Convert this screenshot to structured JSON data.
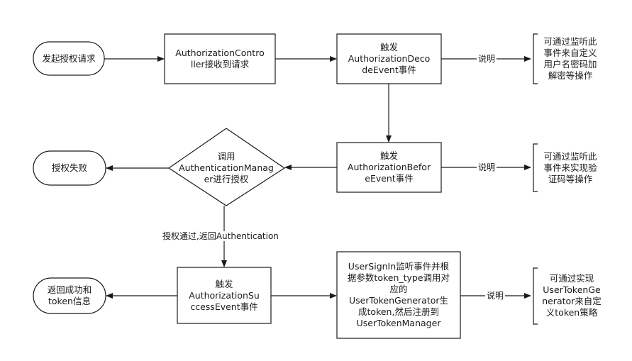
{
  "diagram": {
    "nodes": {
      "start": "发起授权请求",
      "controller": "AuthorizationContro\nller接收到请求",
      "decode_event": "触发\nAuthorizationDeco\ndeEvent事件",
      "before_event": "触发\nAuthorizationBefor\neEvent事件",
      "decision": "调用\nAuthenticationManag\ner进行授权",
      "fail": "授权失败",
      "success_event": "触发\nAuthorizationSu\nccessEvent事件",
      "return_token": "返回成功和\ntoken信息",
      "user_signin": "UserSignIn监听事件并根\n据参数token_type调用对\n应的\nUserTokenGenerator生\n成token,然后注册到\nUserTokenManager"
    },
    "notes": {
      "decode_note": "可通过监听此\n事件来自定义\n用户名密码加\n解密等操作",
      "before_note": "可通过监听此\n事件来实现验\n证码等操作",
      "token_note": "可通过实现\nUserTokenGe\nnerator来自定\n义token策略"
    },
    "edge_labels": {
      "explain_1": "说明",
      "explain_2": "说明",
      "explain_3": "说明",
      "auth_pass": "授权通过,返回Authentication"
    }
  }
}
